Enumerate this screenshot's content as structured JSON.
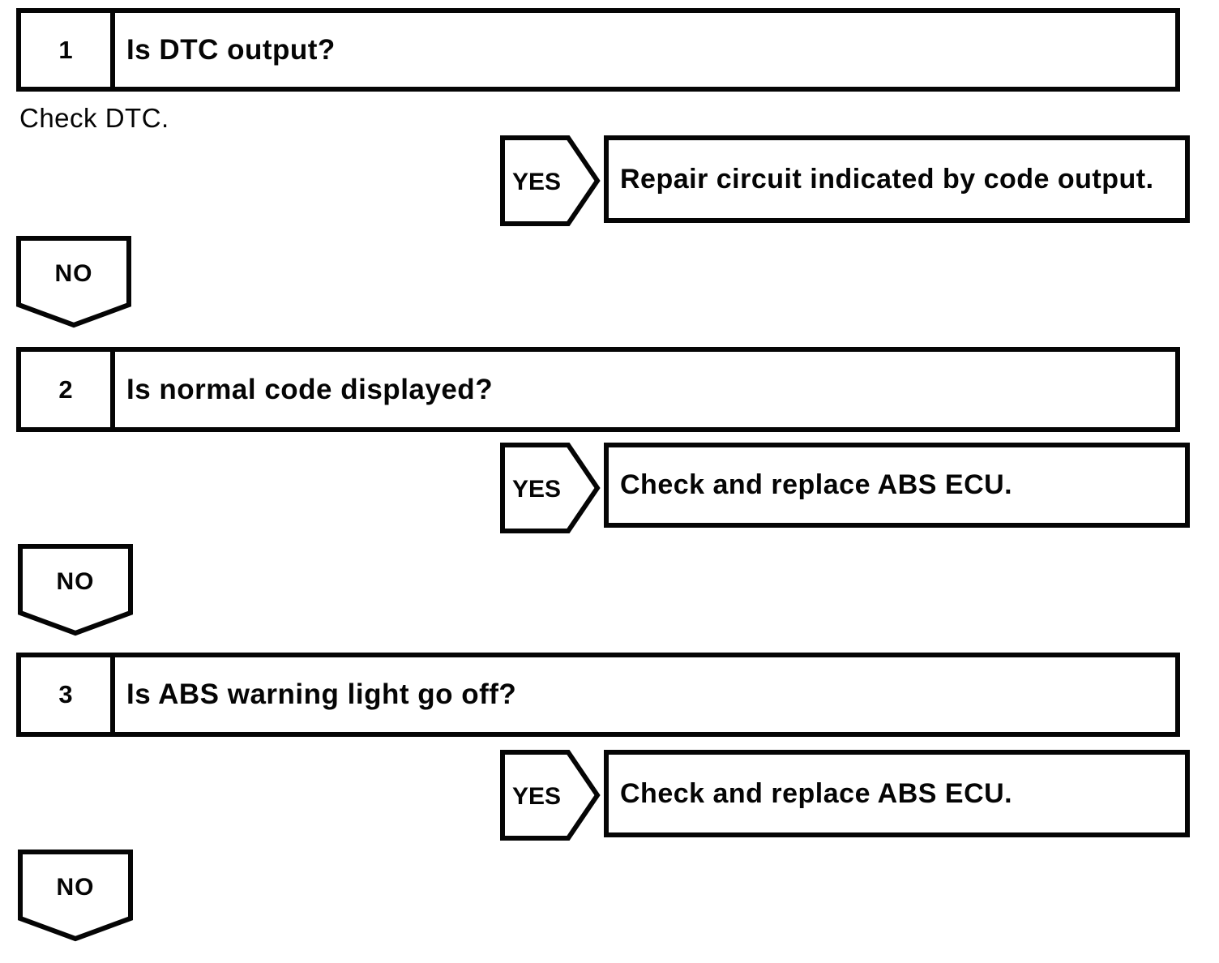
{
  "colors": {
    "ink": "#050505",
    "paper": "#ffffff"
  },
  "steps": [
    {
      "number": "1",
      "question": "Is DTC output?",
      "instruction": "Check DTC.",
      "yes_label": "YES",
      "yes_result": "Repair circuit indicated by code output.",
      "no_label": "NO"
    },
    {
      "number": "2",
      "question": "Is normal code displayed?",
      "yes_label": "YES",
      "yes_result": "Check and replace ABS ECU.",
      "no_label": "NO"
    },
    {
      "number": "3",
      "question": "Is ABS warning light go off?",
      "yes_label": "YES",
      "yes_result": "Check and replace ABS ECU.",
      "no_label": "NO"
    }
  ]
}
